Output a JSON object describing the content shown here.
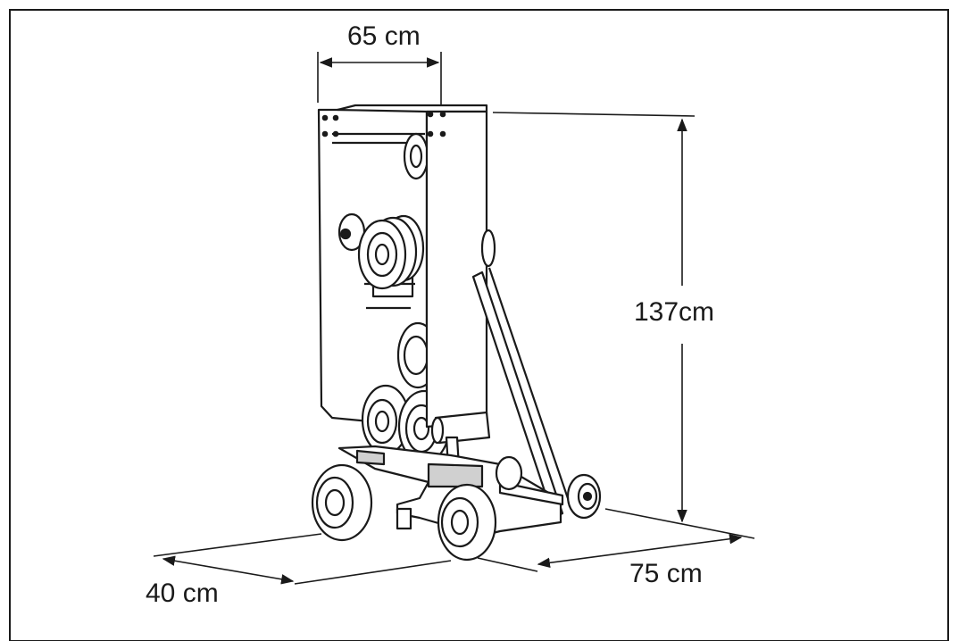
{
  "diagram": {
    "dimensions": {
      "width": "65 cm",
      "height": "137cm",
      "depth": "75 cm",
      "base": "40 cm"
    },
    "colors": {
      "line": "#1a1a1a",
      "shade": "#bdbdbd",
      "background": "#ffffff"
    }
  }
}
